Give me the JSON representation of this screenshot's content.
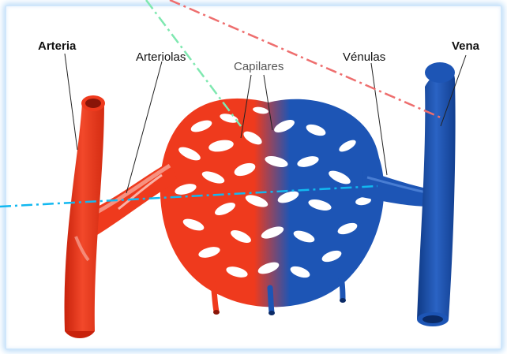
{
  "labels": {
    "arteria": "Arteria",
    "arteriolas": "Arteriolas",
    "capilares": "Capilares",
    "venulas": "Vénulas",
    "vena": "Vena"
  },
  "colors": {
    "artery": "#ef3a1d",
    "artery_dark": "#c8220c",
    "artery_highlight": "#f7a79a",
    "vein": "#1d55b5",
    "vein_dark": "#0f3a86",
    "vein_highlight": "#5b8fe0",
    "frame_glow": "#bcdcf8",
    "annot_green": "#7fe8b0",
    "annot_red": "#ee6e6e",
    "annot_cyan": "#12b8f0"
  }
}
